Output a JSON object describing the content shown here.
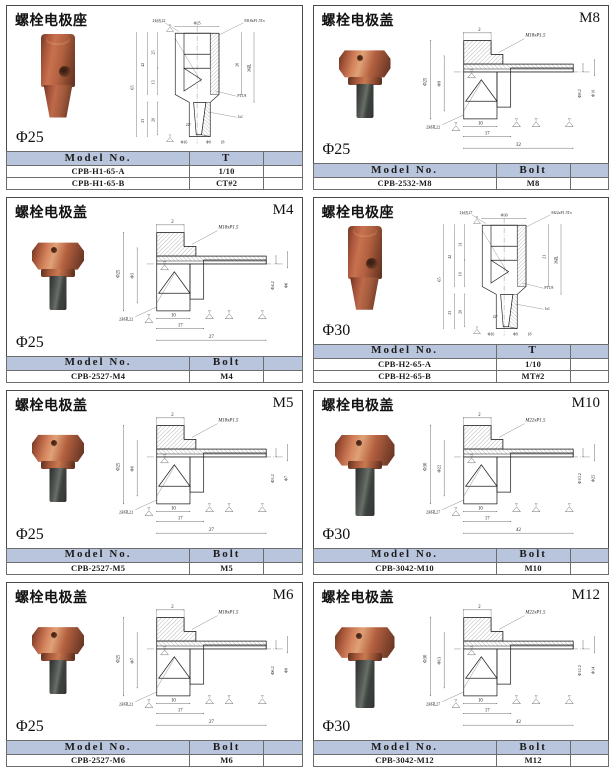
{
  "page": {
    "background": "#ffffff",
    "header_color": "#b9c5dd",
    "copper_color": "#b1603f",
    "shaft_color": "#4d524e"
  },
  "labels": {
    "title_holder": "螺栓电极座",
    "title_cap": "螺栓电极盖",
    "col_model": "Model  No.",
    "col_t": "T",
    "col_bolt": "Bolt"
  },
  "panels": [
    {
      "title": "螺栓电极座",
      "kind": "holder",
      "size_code": "",
      "diameter": "Φ25",
      "columns": [
        "Model  No.",
        "T"
      ],
      "rows": [
        {
          "model": "CPB-H1-65-A",
          "value": "1/10"
        },
        {
          "model": "CPB-H1-65-B",
          "value": "CT#2"
        }
      ],
      "drawing": {
        "thread": "M18xP1.5Tx",
        "taper_note": "PT1/8",
        "chamfer": "1x1",
        "hole_note": "2对孔22",
        "dims_vertical": [
          "65",
          "42",
          "25",
          "15",
          "23",
          "20",
          "26",
          "36孔"
        ],
        "dims_horizontal": [
          "Φ25",
          "Φ16",
          "Φ9",
          "18"
        ],
        "angle": "22°"
      }
    },
    {
      "title": "螺栓电极盖",
      "kind": "cap",
      "size_code": "M8",
      "diameter": "Φ25",
      "columns": [
        "Model  No.",
        "Bolt"
      ],
      "rows": [
        {
          "model": "CPB-2532-M8",
          "value": "M8"
        }
      ],
      "drawing": {
        "thread": "M18xP1.5",
        "hole_note": "2对孔22",
        "dims_vertical": [
          "Φ25",
          "Φ9",
          "Φ8.2",
          "Φ10"
        ],
        "dims_horizontal": [
          "2",
          "10",
          "17",
          "32"
        ]
      }
    },
    {
      "title": "螺栓电极盖",
      "kind": "cap",
      "size_code": "M4",
      "diameter": "Φ25",
      "columns": [
        "Model  No.",
        "Bolt"
      ],
      "rows": [
        {
          "model": "CPB-2527-M4",
          "value": "M4"
        }
      ],
      "drawing": {
        "thread": "M18xP1.5",
        "hole_note": "2对孔22",
        "dims_vertical": [
          "Φ25",
          "Φ5",
          "Φ4.2",
          "Φ6"
        ],
        "dims_horizontal": [
          "2",
          "10",
          "17",
          "27"
        ]
      }
    },
    {
      "title": "螺栓电极座",
      "kind": "holder",
      "size_code": "",
      "diameter": "Φ30",
      "columns": [
        "Model  No.",
        "T"
      ],
      "rows": [
        {
          "model": "CPB-H2-65-A",
          "value": "1/10"
        },
        {
          "model": "CPB-H2-65-B",
          "value": "MT#2"
        }
      ],
      "drawing": {
        "thread": "M22xP1.5Tx",
        "taper_note": "PT1/8",
        "chamfer": "1x1",
        "hole_note": "2对孔27",
        "dims_vertical": [
          "65",
          "42",
          "31",
          "10",
          "23",
          "20",
          "21",
          "36孔"
        ],
        "dims_horizontal": [
          "Φ30",
          "Φ16",
          "Φ9",
          "18"
        ],
        "angle": "22°"
      }
    },
    {
      "title": "螺栓电极盖",
      "kind": "cap",
      "size_code": "M5",
      "diameter": "Φ25",
      "columns": [
        "Model  No.",
        "Bolt"
      ],
      "rows": [
        {
          "model": "CPB-2527-M5",
          "value": "M5"
        }
      ],
      "drawing": {
        "thread": "M18xP1.5",
        "hole_note": "2对孔22",
        "dims_vertical": [
          "Φ25",
          "Φ6",
          "Φ5.2",
          "Φ7"
        ],
        "dims_horizontal": [
          "2",
          "10",
          "17",
          "27"
        ]
      }
    },
    {
      "title": "螺栓电极盖",
      "kind": "cap",
      "size_code": "M10",
      "diameter": "Φ30",
      "columns": [
        "Model  No.",
        "Bolt"
      ],
      "rows": [
        {
          "model": "CPB-3042-M10",
          "value": "M10"
        }
      ],
      "drawing": {
        "thread": "M22xP1.5",
        "hole_note": "2对孔27",
        "dims_vertical": [
          "Φ30",
          "Φ22",
          "Φ10.2",
          "Φ25"
        ],
        "dims_horizontal": [
          "2",
          "10",
          "17",
          "42"
        ]
      }
    },
    {
      "title": "螺栓电极盖",
      "kind": "cap",
      "size_code": "M6",
      "diameter": "Φ25",
      "columns": [
        "Model  No.",
        "Bolt"
      ],
      "rows": [
        {
          "model": "CPB-2527-M6",
          "value": "M6"
        }
      ],
      "drawing": {
        "thread": "M18xP1.5",
        "hole_note": "2对孔22",
        "dims_vertical": [
          "Φ25",
          "Φ7",
          "Φ6.2",
          "Φ8"
        ],
        "dims_horizontal": [
          "2",
          "10",
          "17",
          "27"
        ]
      }
    },
    {
      "title": "螺栓电极盖",
      "kind": "cap",
      "size_code": "M12",
      "diameter": "Φ30",
      "columns": [
        "Model  No.",
        "Bolt"
      ],
      "rows": [
        {
          "model": "CPB-3042-M12",
          "value": "M12"
        }
      ],
      "drawing": {
        "thread": "M22xP1.5",
        "hole_note": "2对孔27",
        "dims_vertical": [
          "Φ30",
          "Φ13",
          "Φ12.2",
          "Φ14"
        ],
        "dims_horizontal": [
          "2",
          "10",
          "17",
          "42"
        ]
      }
    }
  ]
}
